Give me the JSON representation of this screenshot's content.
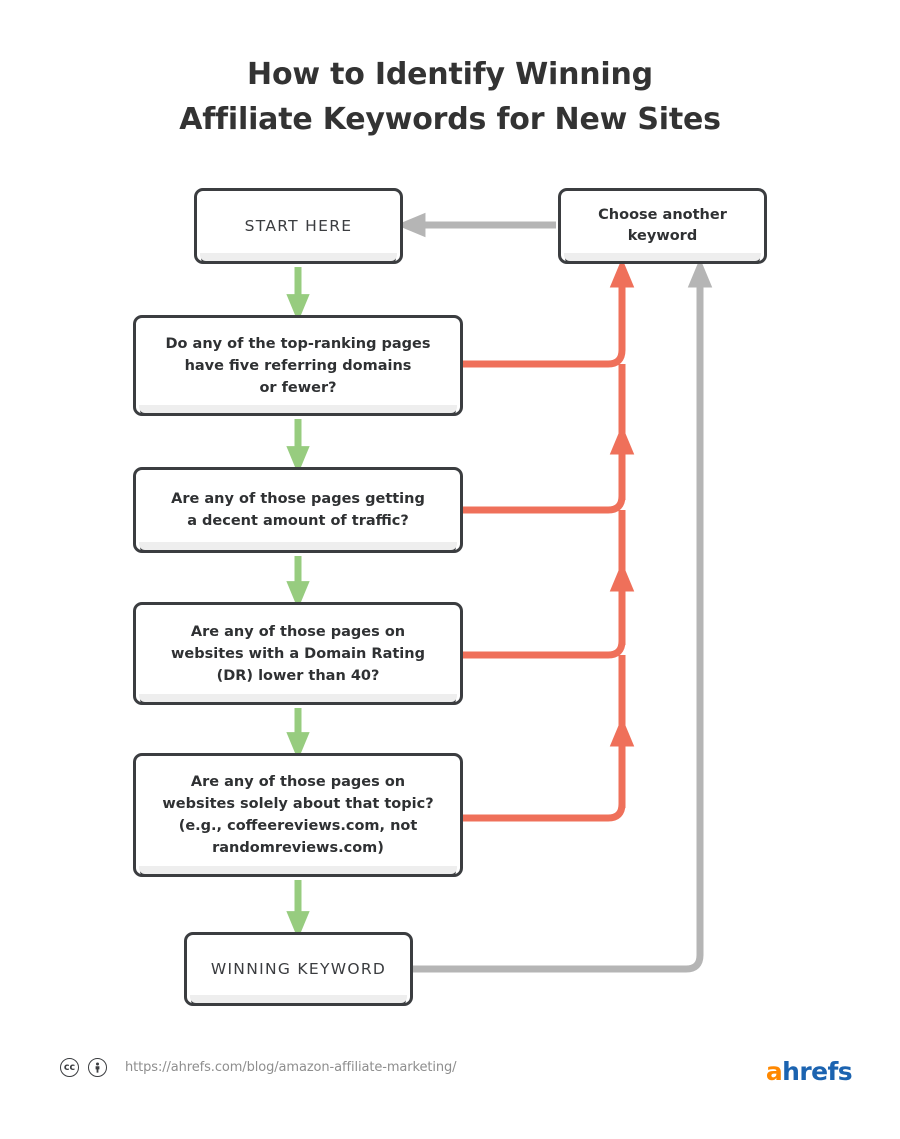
{
  "title": {
    "line1": "How to Identify Winning",
    "line2": "Affiliate Keywords for New Sites"
  },
  "colors": {
    "yes_arrow_green": "#97cc7f",
    "no_arrow_orange": "#ef705a",
    "return_arrow_gray": "#b5b5b5",
    "box_border": "#3b3d40",
    "text": "#2f3133",
    "url_text": "#8e8e8e",
    "logo_orange": "#ff8800",
    "logo_blue": "#1b63b0"
  },
  "nodes": {
    "start": {
      "label": "START HERE"
    },
    "choose": {
      "label": "Choose another\nkeyword",
      "line1": "Choose another",
      "line2": "keyword"
    },
    "q1": {
      "text": "Do any of the top-ranking pages have five referring domains or fewer?",
      "line1": "Do any of the top-ranking pages",
      "line2": "have five referring domains",
      "line3": "or fewer?"
    },
    "q2": {
      "text": "Are any of those pages getting a decent amount of traffic?",
      "line1": "Are any of those pages getting",
      "line2": "a decent amount of traffic?"
    },
    "q3": {
      "text": "Are any of those pages on websites with a Domain Rating (DR) lower than 40?",
      "line1": "Are any of those pages on",
      "line2": "websites with a Domain Rating",
      "line3": "(DR) lower than 40?"
    },
    "q4": {
      "text": "Are any of those pages on websites solely about that topic? (e.g., coffeereviews.com, not randomreviews.com)",
      "line1": "Are any of those pages on",
      "line2": "websites solely about that topic?",
      "line3": "(e.g., coffeereviews.com, not",
      "line4": "randomreviews.com)"
    },
    "winning": {
      "label": "WINNING KEYWORD"
    }
  },
  "flow": {
    "yes_path_label": "",
    "no_path_label": "",
    "edges": [
      {
        "from": "start",
        "to": "q1",
        "type": "yes",
        "color": "#97cc7f"
      },
      {
        "from": "q1",
        "to": "q2",
        "type": "yes",
        "color": "#97cc7f"
      },
      {
        "from": "q2",
        "to": "q3",
        "type": "yes",
        "color": "#97cc7f"
      },
      {
        "from": "q3",
        "to": "q4",
        "type": "yes",
        "color": "#97cc7f"
      },
      {
        "from": "q4",
        "to": "winning",
        "type": "yes",
        "color": "#97cc7f"
      },
      {
        "from": "q1",
        "to": "choose",
        "type": "no",
        "color": "#ef705a"
      },
      {
        "from": "q2",
        "to": "choose",
        "type": "no",
        "color": "#ef705a"
      },
      {
        "from": "q3",
        "to": "choose",
        "type": "no",
        "color": "#ef705a"
      },
      {
        "from": "q4",
        "to": "choose",
        "type": "no",
        "color": "#ef705a"
      },
      {
        "from": "winning",
        "to": "choose",
        "type": "return",
        "color": "#b5b5b5"
      },
      {
        "from": "choose",
        "to": "start",
        "type": "return",
        "color": "#b5b5b5"
      }
    ]
  },
  "footer": {
    "cc_icon": "cc-icon",
    "by_icon": "cc-by-person-icon",
    "cc_text": "cc",
    "by_text": "i",
    "url": "https://ahrefs.com/blog/amazon-affiliate-marketing/",
    "logo_a": "a",
    "logo_rest": "hrefs"
  }
}
